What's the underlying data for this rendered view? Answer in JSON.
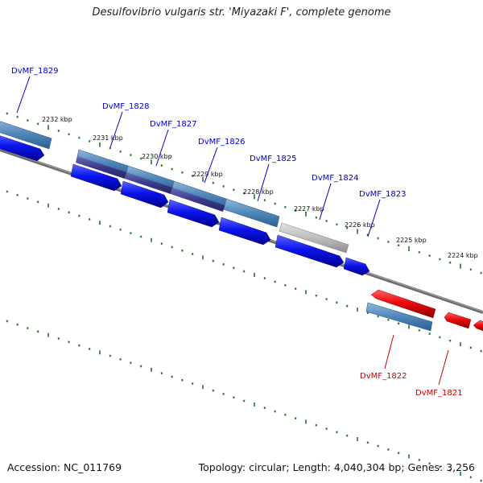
{
  "title": "Desulfovibrio vulgaris str. 'Miyazaki F', complete genome",
  "footer": {
    "accession": "Accession: NC_011769",
    "topology": "Topology: circular; Length: 4,040,304 bp; Genes: 3,256"
  },
  "colors": {
    "forward_gene_label": "#0000cc",
    "reverse_gene_label": "#cc0000",
    "forward_cds": "#0a14ee",
    "reverse_cds": "#ee0a0a",
    "gene_bar": "#4f86b8",
    "rna_like_bar": "#3a3a8c",
    "pseudo_bar": "#b8b8b8",
    "backbone": "#707070",
    "tick": "#1c7a1c"
  },
  "kbp_labels": [
    "2232 kbp",
    "2231 kbp",
    "2230 kbp",
    "2229 kbp",
    "2228 kbp",
    "2227 kbp",
    "2226 kbp",
    "2225 kbp",
    "2224 kbp"
  ],
  "genes_forward": [
    "DvMF_1829",
    "DvMF_1828",
    "DvMF_1827",
    "DvMF_1826",
    "DvMF_1825",
    "DvMF_1824",
    "DvMF_1823"
  ],
  "genes_reverse": [
    "DvMF_1822",
    "DvMF_1821"
  ]
}
